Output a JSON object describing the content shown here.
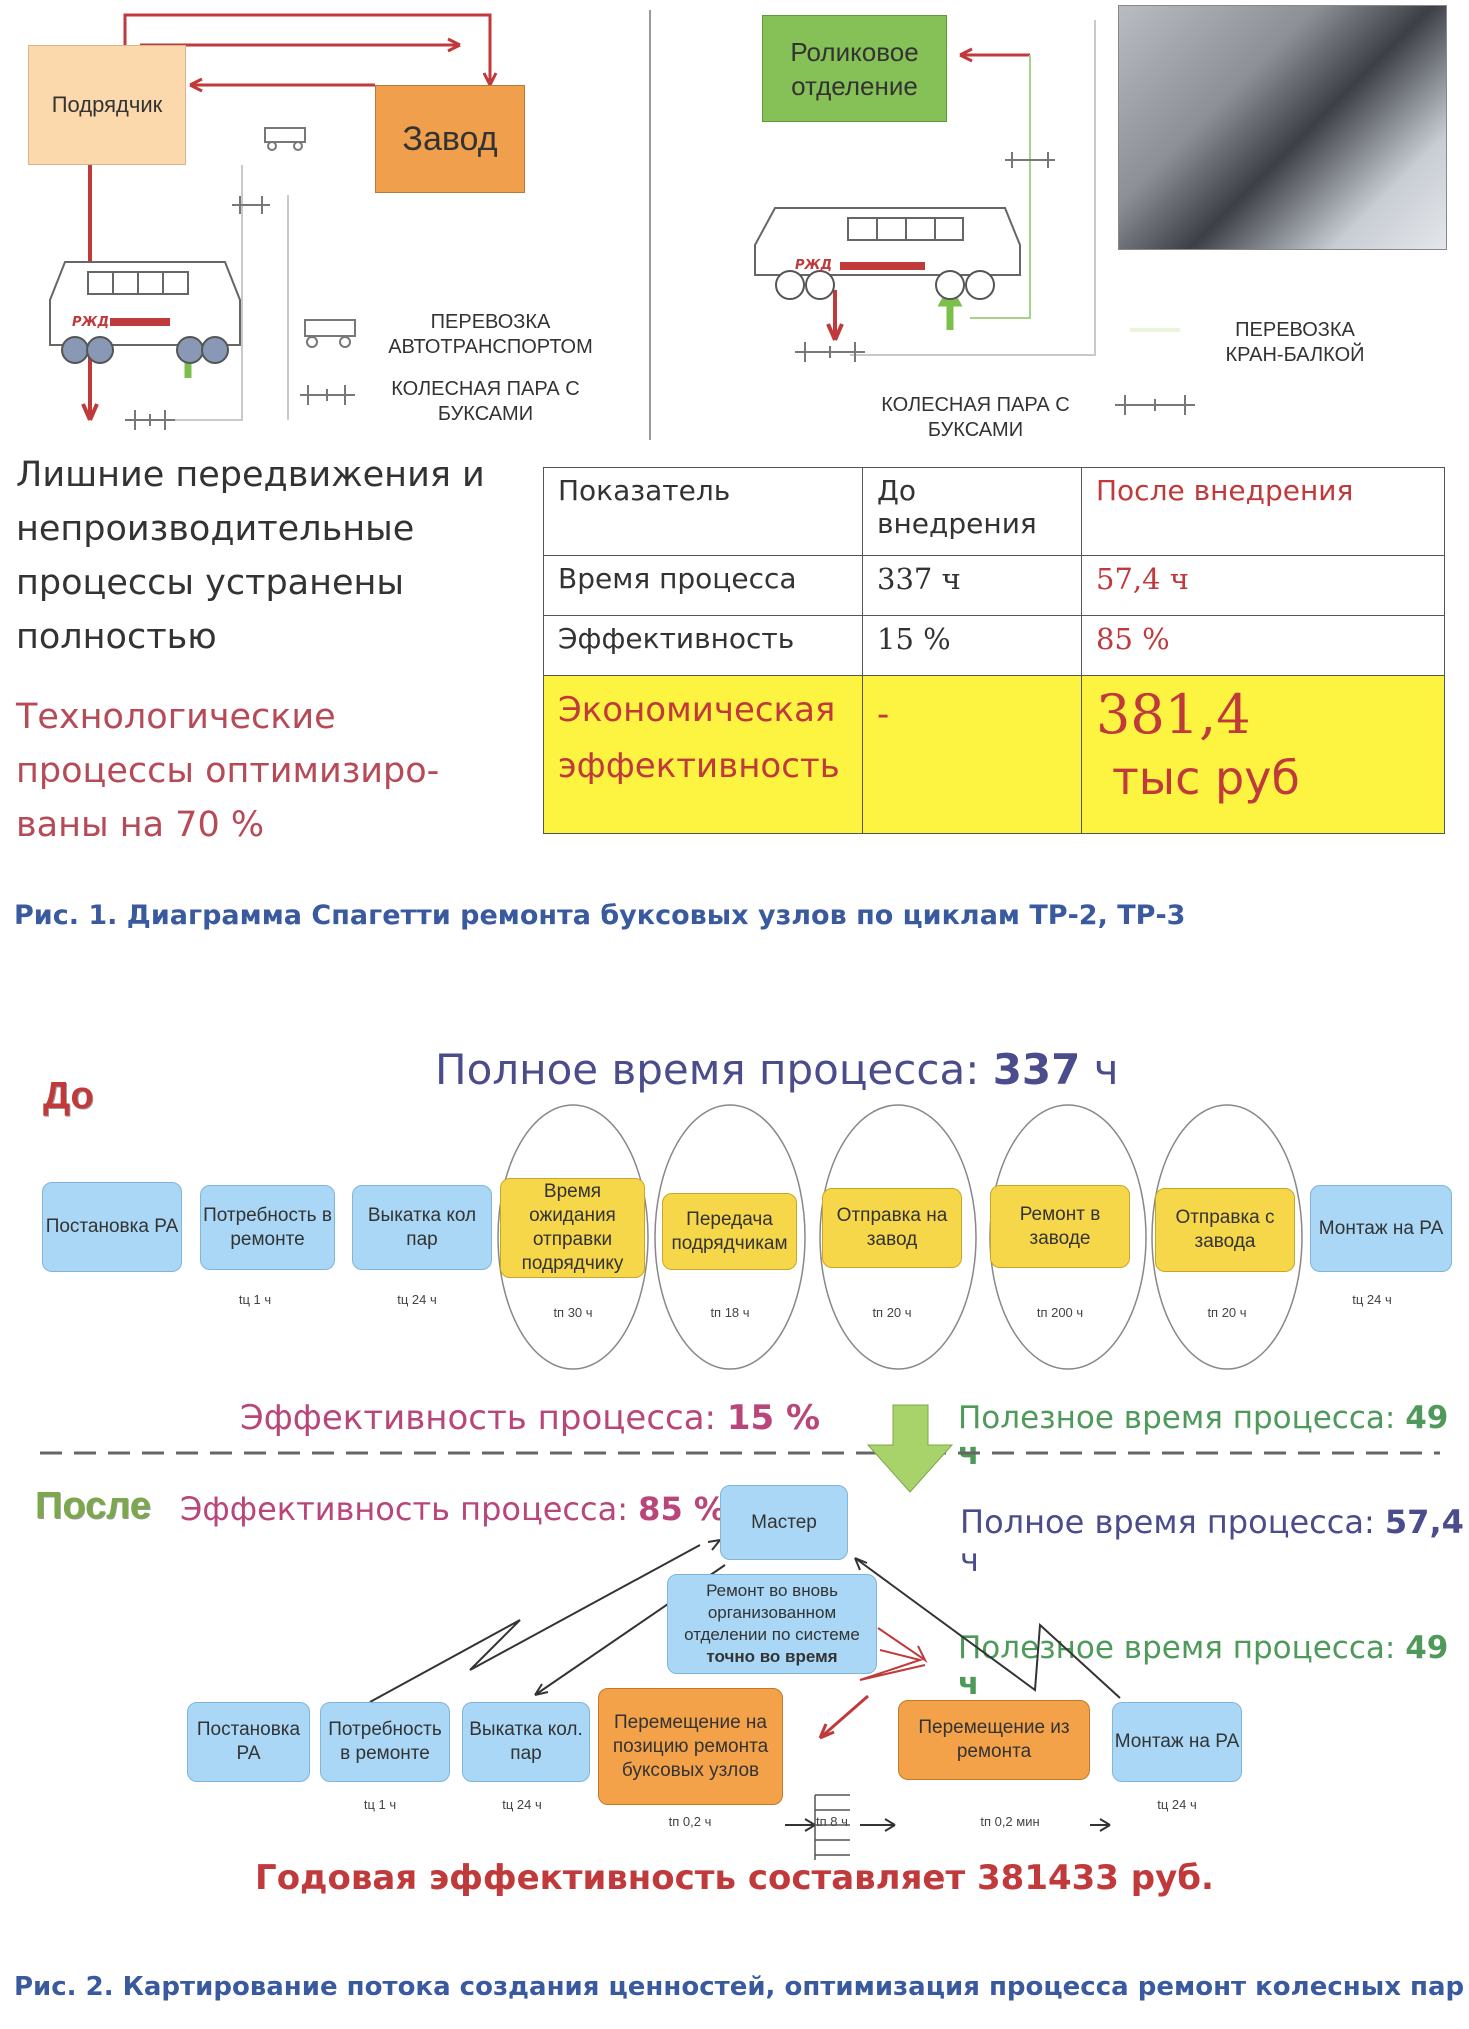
{
  "fig1": {
    "left": {
      "contractor": "Подрядчик",
      "factory": "Завод",
      "transport_label": "ПЕРЕВОЗКА АВТОТРАНСПОРТОМ",
      "wheelset_label": "КОЛЕСНАЯ ПАРА С БУКСАМИ"
    },
    "right": {
      "roller_dept": "Роликовое отделение",
      "crane_label": "ПЕРЕВОЗКА КРАН-БАЛКОЙ",
      "wheelset_label": "КОЛЕСНАЯ ПАРА С БУКСАМИ"
    },
    "logo": "РЖД",
    "statement1": "Лишние передвижения и непроизводительные процессы устранены полностью",
    "statement2": "Технологические процессы оптимизиро-ваны на 70 %",
    "table": {
      "headers": [
        "Показатель",
        "До внедрения",
        "После внедрения"
      ],
      "rows": [
        {
          "name": "Время процесса",
          "before": "337 ч",
          "after": "57,4 ч"
        },
        {
          "name": "Эффективность",
          "before": "15 %",
          "after": "85 %"
        }
      ],
      "econ": {
        "name": "Экономическая эффективность",
        "before": "-",
        "after_value": "381,4",
        "after_unit": "тыс руб"
      }
    },
    "caption": "Рис. 1. Диаграмма Спагетти ремонта буксовых узлов по циклам ТР-2, ТР-3"
  },
  "fig2": {
    "before_label": "До",
    "after_label": "После",
    "total_time_before_label": "Полное время процесса:",
    "total_time_before_value": "337",
    "total_time_before_unit": "ч",
    "before_steps": [
      {
        "label": "Постановка РА",
        "time": ""
      },
      {
        "label": "Потребность в ремонте",
        "time": "tц 1 ч"
      },
      {
        "label": "Выкатка кол пар",
        "time": "tц 24 ч"
      },
      {
        "label": "Время ожидания отправки подрядчику",
        "time": "tп 30 ч"
      },
      {
        "label": "Передача подрядчикам",
        "time": "tп 18 ч"
      },
      {
        "label": "Отправка на завод",
        "time": "tп 20 ч"
      },
      {
        "label": "Ремонт в заводе",
        "time": "tп 200 ч"
      },
      {
        "label": "Отправка с завода",
        "time": "tп 20 ч"
      },
      {
        "label": "Монтаж на РА",
        "time": "tц 24 ч"
      }
    ],
    "eff_before_label": "Эффективность процесса:",
    "eff_before_value": "15 %",
    "useful_label": "Полезное время процесса:",
    "useful_value": "49 ч",
    "eff_after_label": "Эффективность процесса:",
    "eff_after_value": "85 %",
    "total_time_after_label": "Полное время процесса:",
    "total_time_after_value": "57,4",
    "total_time_after_unit": "ч",
    "useful2_label": "Полезное время процесса:",
    "useful2_value": "49 ч",
    "master": "Мастер",
    "repair_dept_line1": "Ремонт во вновь организованном отделении по системе",
    "repair_dept_line2": "точно во время",
    "after_steps": [
      {
        "label": "Постановка РА",
        "time": ""
      },
      {
        "label": "Потребность в ремонте",
        "time": "tц 1 ч"
      },
      {
        "label": "Выкатка кол. пар",
        "time": "tц 24 ч"
      },
      {
        "label": "Перемещение на позицию ремонта буксовых узлов",
        "time": "tп 0,2 ч"
      },
      {
        "label": "",
        "time": "tп 8 ч"
      },
      {
        "label": "Перемещение из ремонта",
        "time": "tп 0,2 мин"
      },
      {
        "label": "Монтаж на РА",
        "time": "tц 24 ч"
      }
    ],
    "annual": "Годовая эффективность составляет 381433 руб.",
    "caption": "Рис. 2. Картирование потока создания ценностей, оптимизация процесса ремонт колесных пар"
  }
}
